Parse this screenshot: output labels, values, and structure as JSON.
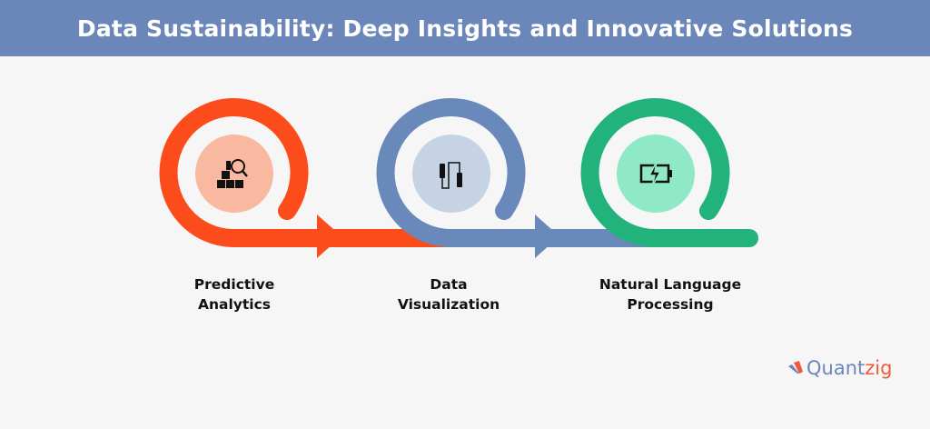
{
  "title": "Data Sustainability: Deep Insights and Innovative Solutions",
  "steps": [
    {
      "label_line1": "Predictive",
      "label_line2": "Analytics",
      "icon": "boxes-search-icon",
      "color": "#fd4c1c",
      "inner_color": "#f9b9a1"
    },
    {
      "label_line1": "Data",
      "label_line2": "Visualization",
      "icon": "usb-cable-icon",
      "color": "#6a89bb",
      "inner_color": "#c5d3e5"
    },
    {
      "label_line1": "Natural Language",
      "label_line2": "Processing",
      "icon": "battery-charging-icon",
      "color": "#22b27c",
      "inner_color": "#8fe9c7"
    }
  ],
  "logo": {
    "part1": "Quant",
    "part2": "zig"
  }
}
